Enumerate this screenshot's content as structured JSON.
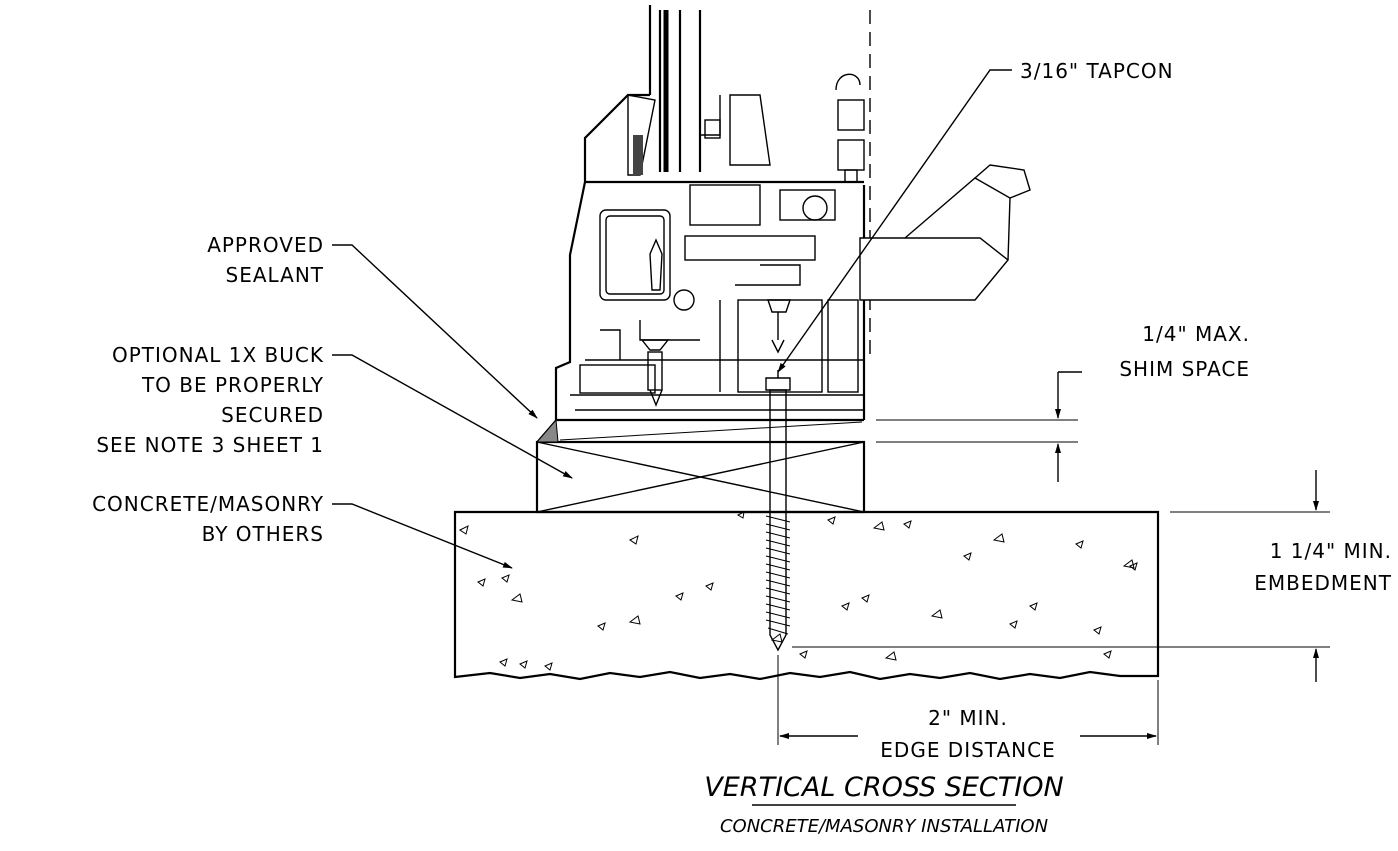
{
  "labels": {
    "tapcon": "3/16\" TAPCON",
    "sealant_1": "APPROVED",
    "sealant_2": "SEALANT",
    "buck_1": "OPTIONAL 1X BUCK",
    "buck_2": "TO BE PROPERLY",
    "buck_3": "SECURED",
    "buck_4": "SEE NOTE 3 SHEET 1",
    "concrete_1": "CONCRETE/MASONRY",
    "concrete_2": "BY OTHERS",
    "shim_1": "1/4\" MAX.",
    "shim_2": "SHIM SPACE",
    "embed_1": "1 1/4\" MIN.",
    "embed_2": "EMBEDMENT",
    "edge_1": "2\" MIN.",
    "edge_2": "EDGE DISTANCE"
  },
  "title": "VERTICAL CROSS SECTION",
  "subtitle": "CONCRETE/MASONRY INSTALLATION"
}
